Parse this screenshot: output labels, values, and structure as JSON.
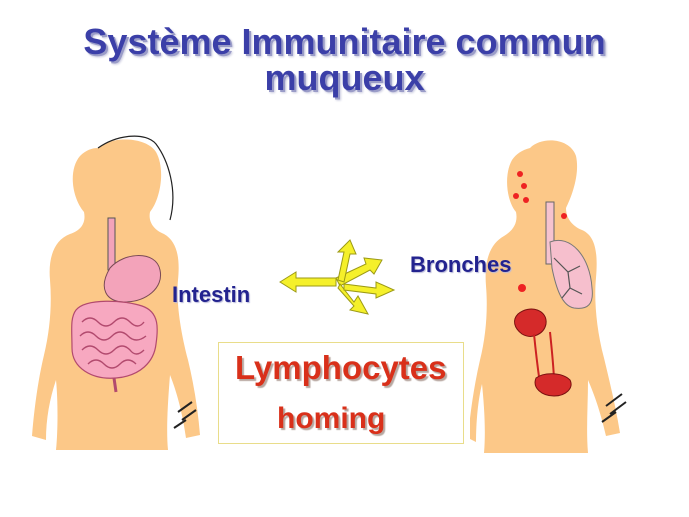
{
  "title": {
    "line1": "Système Immunitaire commun",
    "line2": "muqueux"
  },
  "labels": {
    "intestin": "Intestin",
    "bronches": "Bronches"
  },
  "box": {
    "line1": "Lymphocytes",
    "line2": "homing"
  },
  "colors": {
    "title": "#3b3fa8",
    "label": "#23238f",
    "box_text": "#d9301a",
    "skin": "#fcc888",
    "arrow": "#f5f02a",
    "organ_pink": "#f3a3ba",
    "organ_red": "#d52a2a"
  }
}
